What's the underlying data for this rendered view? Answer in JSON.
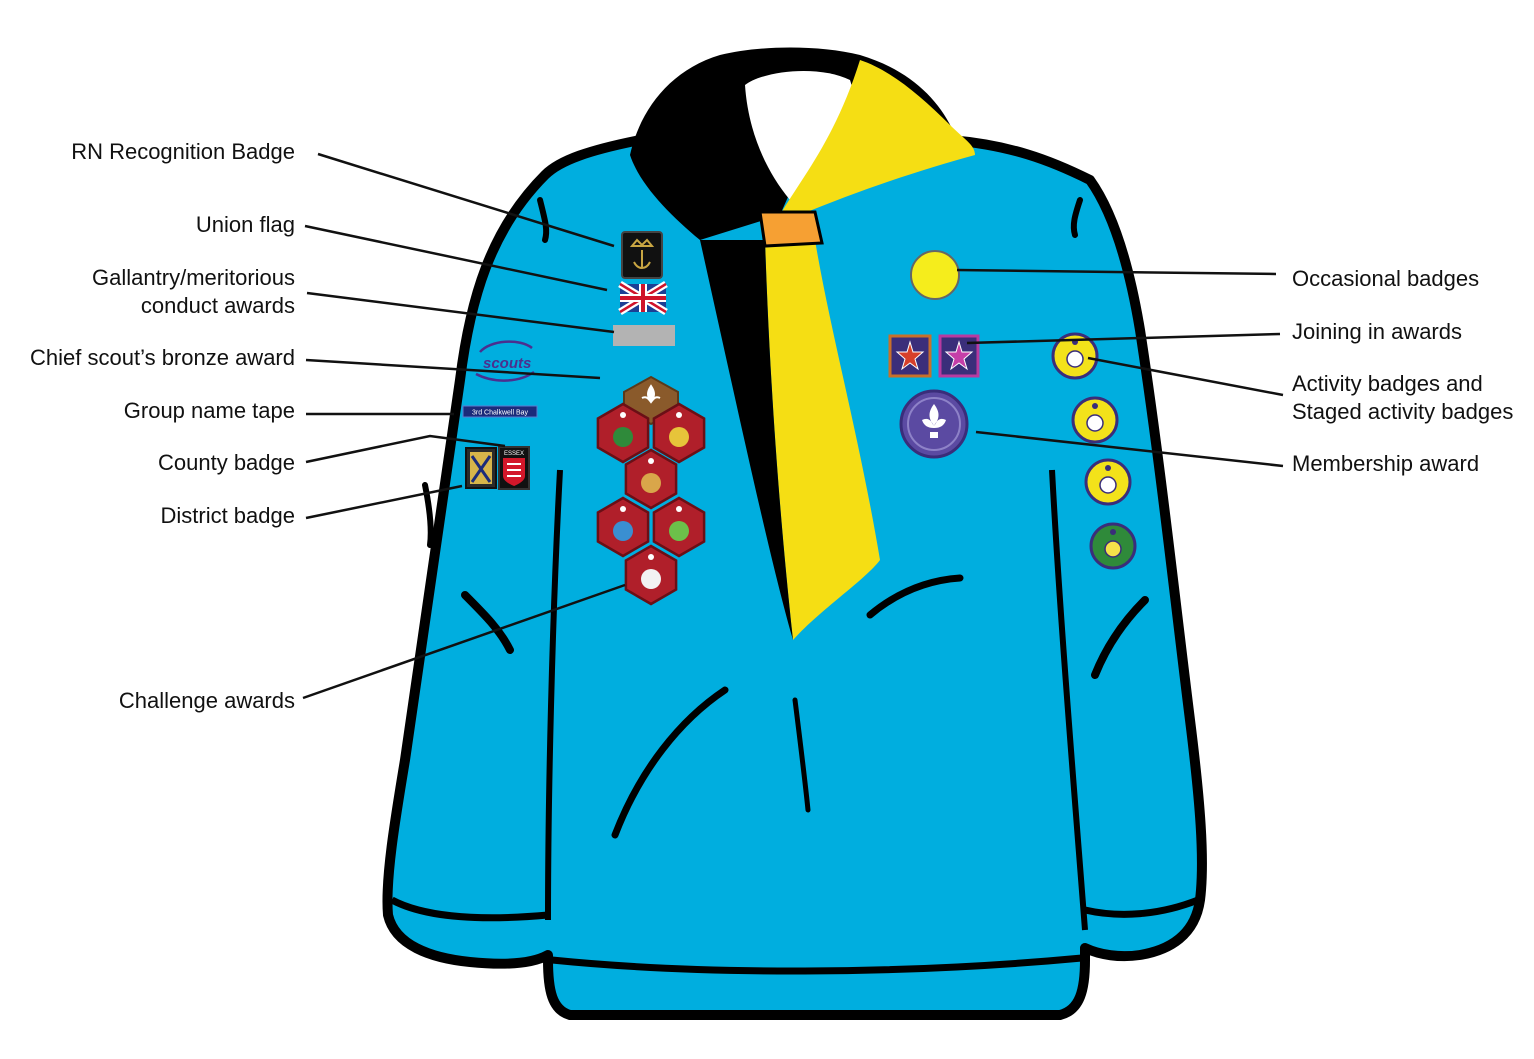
{
  "colors": {
    "jumper": "#00aedf",
    "outline": "#000000",
    "necker": "#f5de14",
    "woggle": "#f6a033",
    "challenge": "#b01f2a",
    "membership": "#5b4aa2",
    "activity": "#f3e21a",
    "occasional": "#f5ed1c",
    "scouts_logo": "#4b2f8f",
    "tape": "#1b2b7a"
  },
  "labels": {
    "left": {
      "rn_recognition": "RN Recognition Badge",
      "union_flag": "Union flag",
      "gallantry_line1": "Gallantry/meritorious",
      "gallantry_line2": "conduct awards",
      "chief_scout": "Chief scout’s bronze award",
      "group_tape": "Group name tape",
      "county": "County badge",
      "district": "District badge",
      "challenge": "Challenge awards"
    },
    "right": {
      "occasional": "Occasional badges",
      "joining_in": "Joining in awards",
      "activity_line1": "Activity badges and",
      "activity_line2": "Staged activity badges",
      "membership": "Membership award"
    }
  },
  "badge_text": {
    "group_tape": "3rd Chalkwell Bay",
    "scouts_logo": "scouts",
    "county_essex": "ESSEX"
  },
  "icons": {
    "rn": "rn-crown-anchor-icon",
    "flag": "union-flag-icon",
    "fleur": "fleur-de-lis-icon",
    "star": "joining-in-star-icon"
  }
}
